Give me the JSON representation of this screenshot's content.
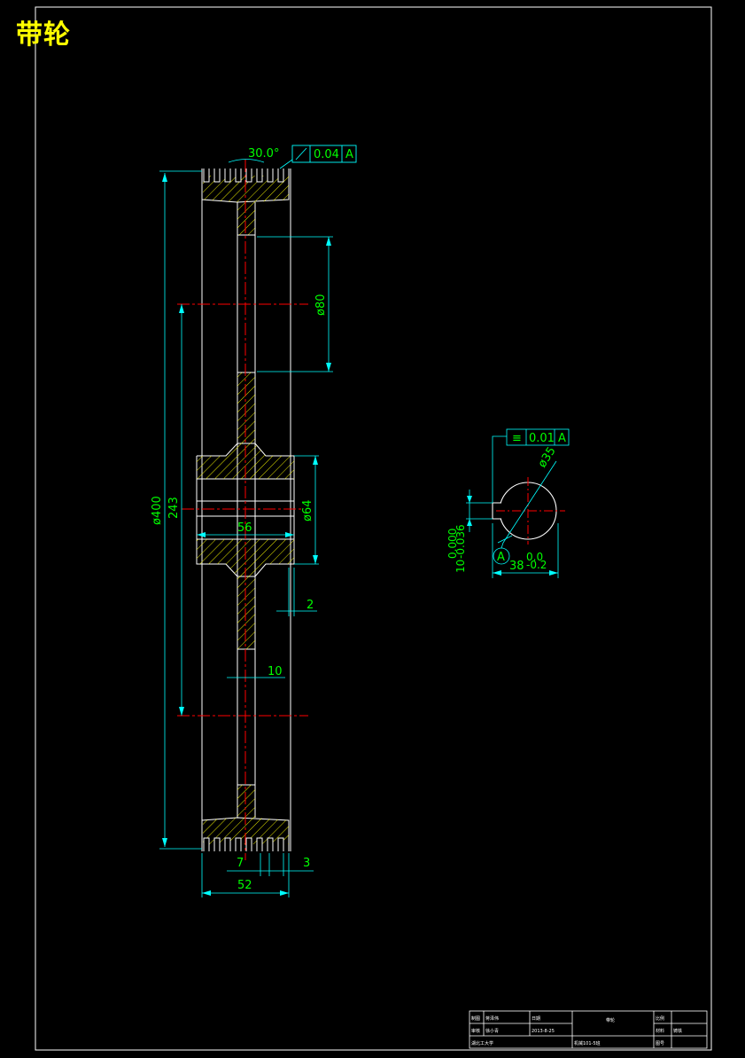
{
  "title": "带轮",
  "colors": {
    "background": "#000000",
    "outline": "#ffffff",
    "dimension_line": "#00ffff",
    "dimension_text": "#00ff00",
    "centerline": "#ff0000",
    "hatch": "#ffff00",
    "title_text": "#ffff00"
  },
  "dimensions": {
    "groove_angle": "30.0°",
    "diameter_outer": "ø400",
    "diameter_pitch": "243",
    "diameter_hole": "ø80",
    "diameter_hub": "ø64",
    "hub_length": "56",
    "offset": "2",
    "web_thickness": "10",
    "groove_pitch": "7",
    "groove_edge": "3",
    "overall_width": "52"
  },
  "tolerances": {
    "runout": {
      "value": "0.04",
      "datum": "A"
    },
    "symmetry": {
      "symbol": "≡",
      "value": "0.01",
      "datum": "A"
    }
  },
  "section": {
    "bore_diameter": "ø35",
    "keyway_width_nominal": "10",
    "keyway_width_upper": "0.000",
    "keyway_width_lower": "-0.036",
    "keyway_depth_nominal": "38",
    "keyway_depth_upper": "0.0",
    "keyway_depth_lower": "-0.2",
    "datum_label": "A"
  },
  "title_block": {
    "rows": [
      [
        "制图",
        "蒋泽伟",
        "日期",
        "",
        "",
        "比例",
        ""
      ],
      [
        "审核",
        "徐小青",
        "2013-8-25",
        "带轮",
        "",
        "材料",
        "铸铁"
      ],
      [
        "湖北工大学",
        "",
        "",
        "机械101-5班",
        "",
        "图号",
        ""
      ]
    ]
  }
}
